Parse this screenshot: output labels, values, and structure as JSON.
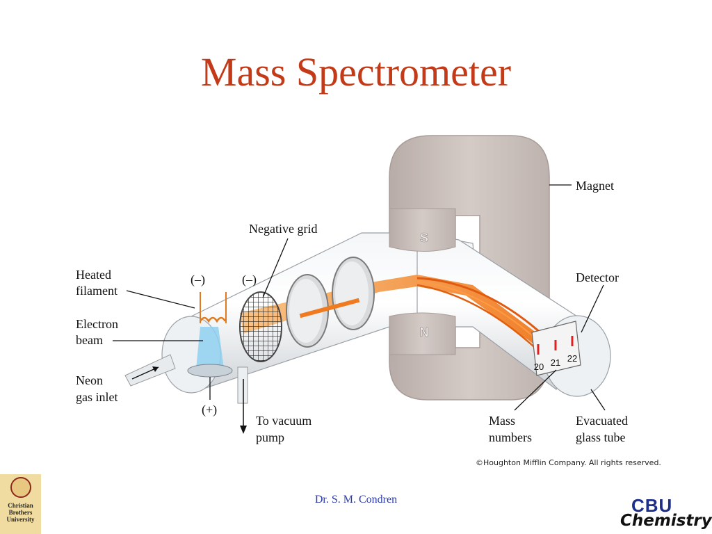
{
  "slide": {
    "title": "Mass Spectrometer",
    "copyright": "©Houghton Mifflin Company. All rights reserved.",
    "author": "Dr. S. M. Condren"
  },
  "diagram": {
    "labels": {
      "magnet": "Magnet",
      "negative_grid": "Negative grid",
      "heated_filament_line1": "Heated",
      "heated_filament_line2": "filament",
      "electron_beam_line1": "Electron",
      "electron_beam_line2": "beam",
      "neon_gas_inlet_line1": "Neon",
      "neon_gas_inlet_line2": "gas inlet",
      "detector": "Detector",
      "to_vacuum_pump_line1": "To vacuum",
      "to_vacuum_pump_line2": "pump",
      "mass_numbers_line1": "Mass",
      "mass_numbers_line2": "numbers",
      "evacuated_glass_tube_line1": "Evacuated",
      "evacuated_glass_tube_line2": "glass tube",
      "filament_charge": "(–)",
      "grid_charge": "(–)",
      "plate_charge": "(+)",
      "pole_south": "S",
      "pole_north": "N"
    },
    "mass_numbers": [
      "20",
      "21",
      "22"
    ]
  },
  "logos": {
    "university_text": [
      "Christian",
      "Brothers",
      "University"
    ],
    "cbu_top": "CBU",
    "cbu_bottom": "Chemistry"
  },
  "colors": {
    "title": "#c23a18",
    "author": "#2b3aa8",
    "beam": "#f07a20",
    "magnet": "#c9bfbb",
    "tube": "#e6e9ec"
  }
}
